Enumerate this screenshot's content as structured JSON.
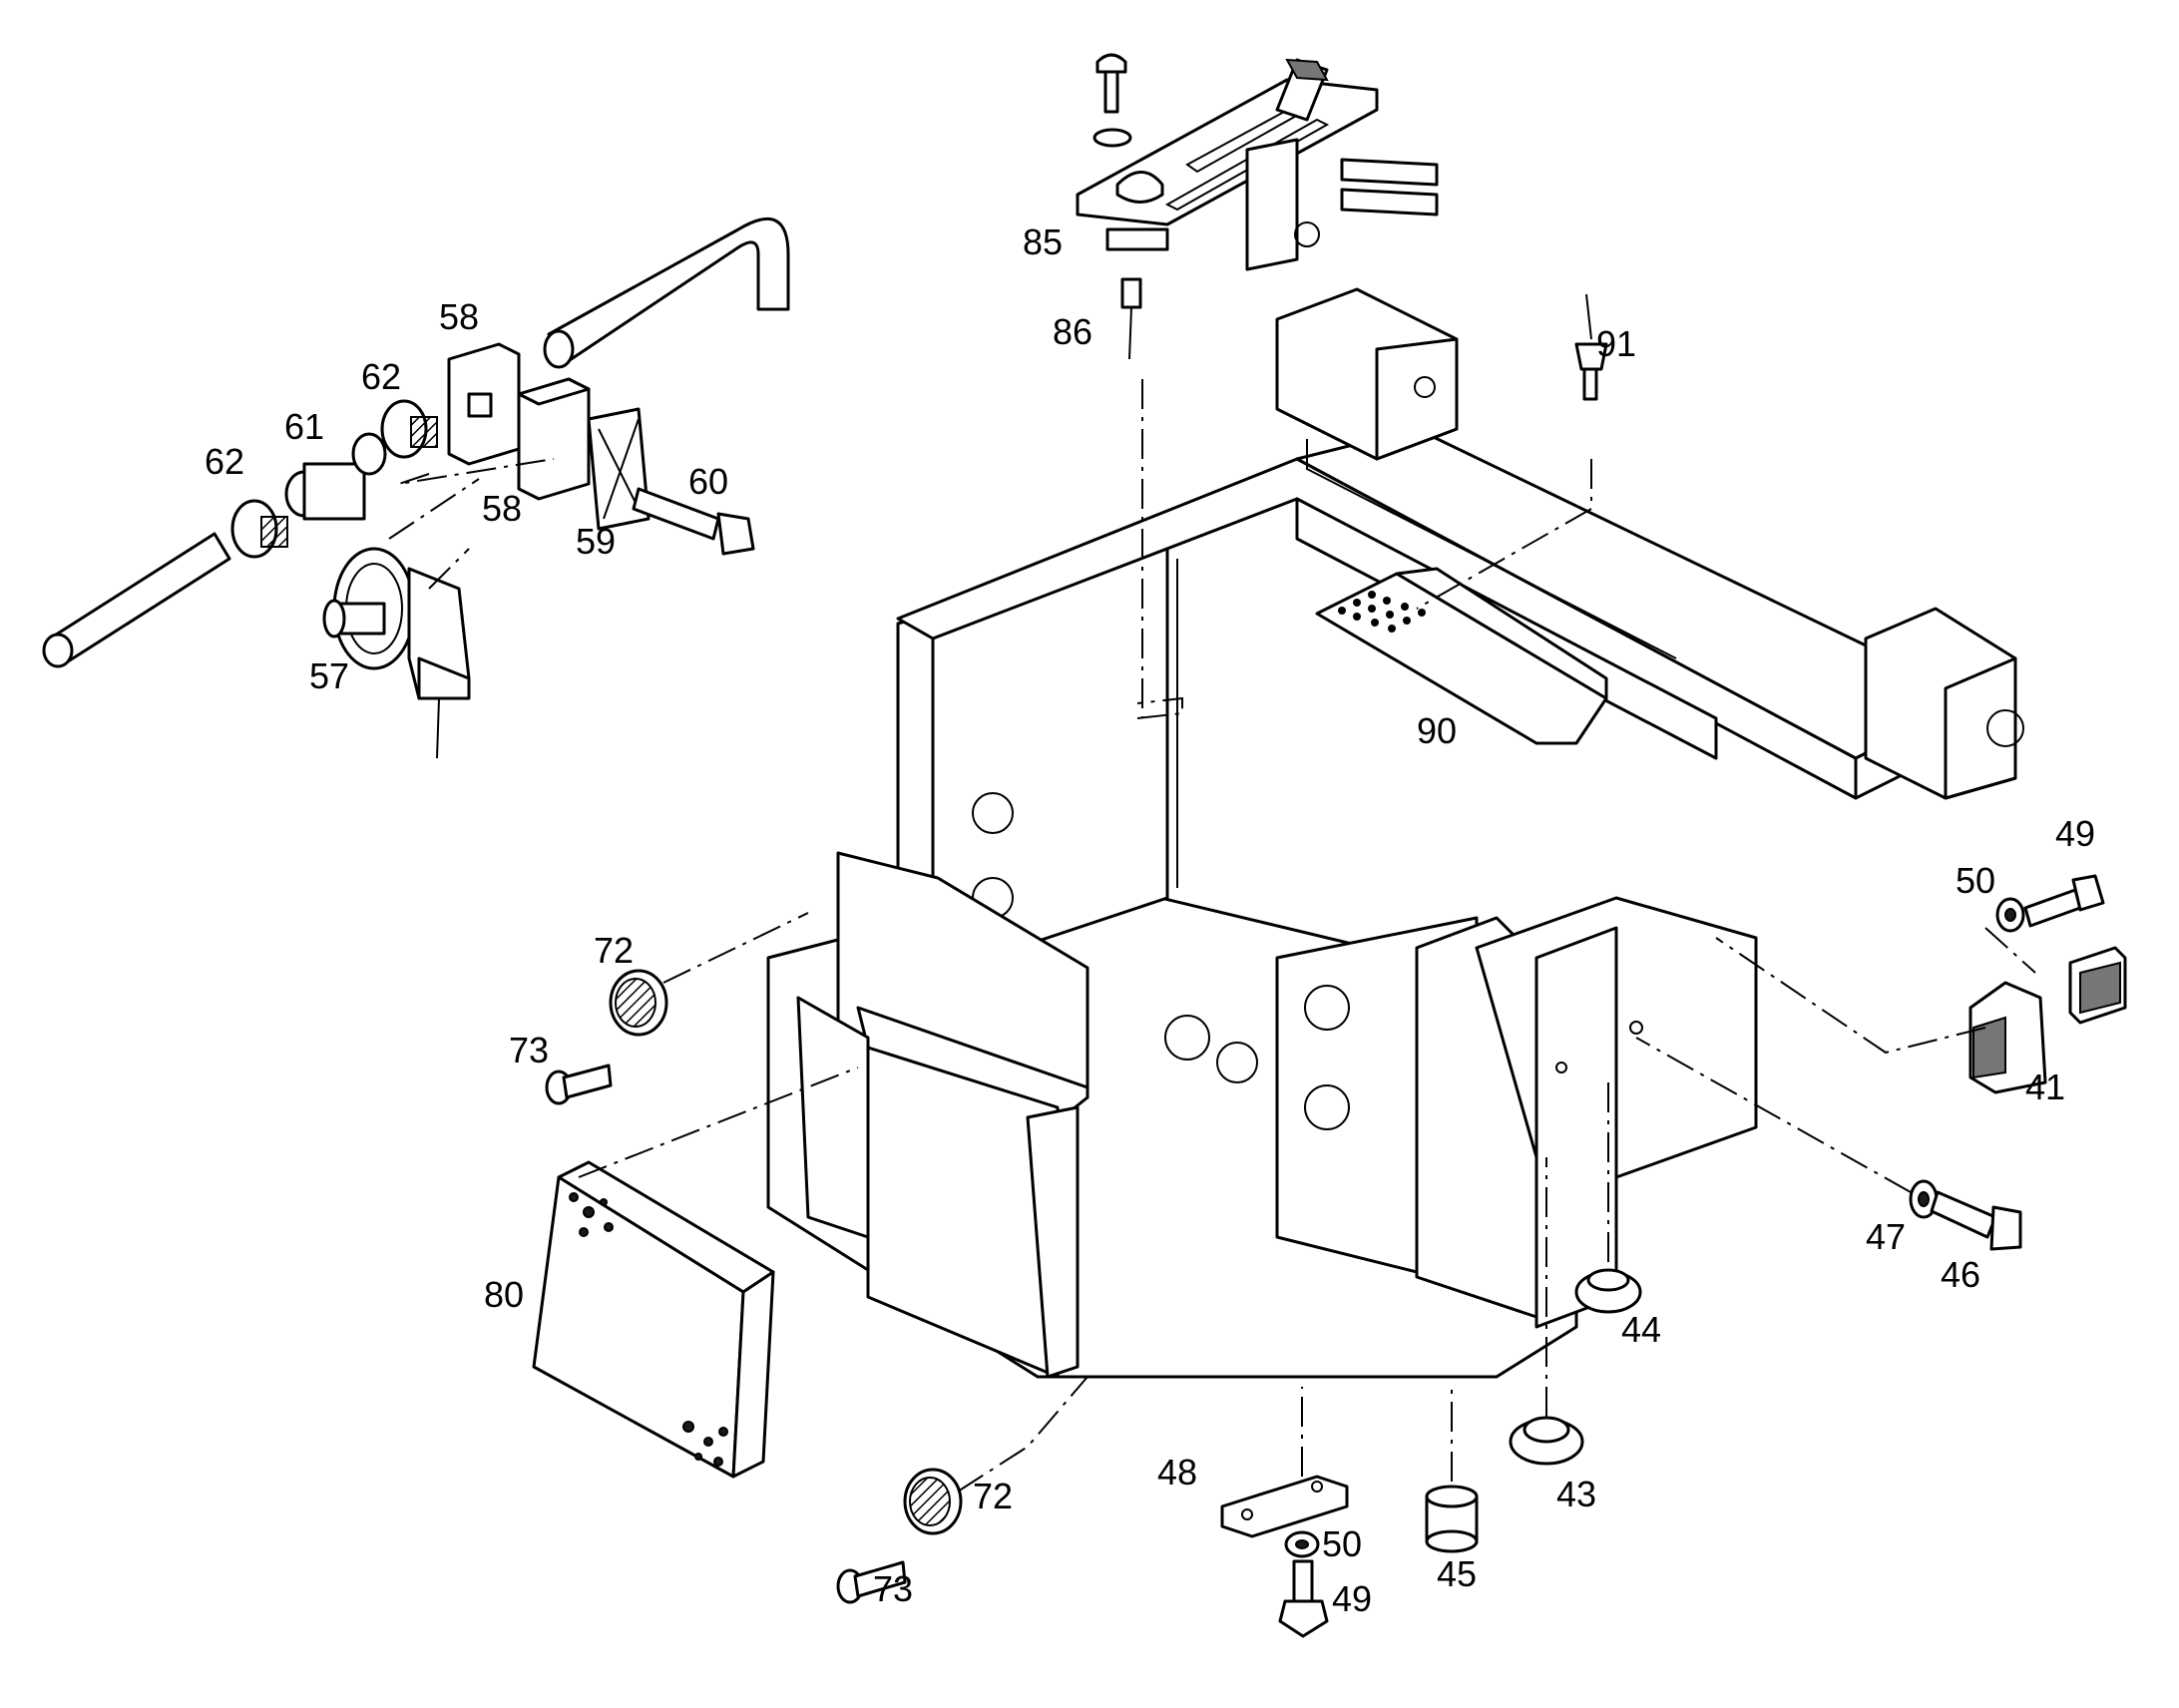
{
  "callouts": {
    "c85": "85",
    "c86": "86",
    "c91": "91",
    "c58a": "58",
    "c62a": "62",
    "c61": "61",
    "c62b": "62",
    "c58b": "58",
    "c59": "59",
    "c60": "60",
    "c57": "57",
    "c90": "90",
    "c49a": "49",
    "c50a": "50",
    "c41": "41",
    "c72a": "72",
    "c73a": "73",
    "c47": "47",
    "c46": "46",
    "c44": "44",
    "c80": "80",
    "c48": "48",
    "c50b": "50",
    "c43": "43",
    "c72b": "72",
    "c73b": "73",
    "c49b": "49",
    "c45": "45"
  }
}
